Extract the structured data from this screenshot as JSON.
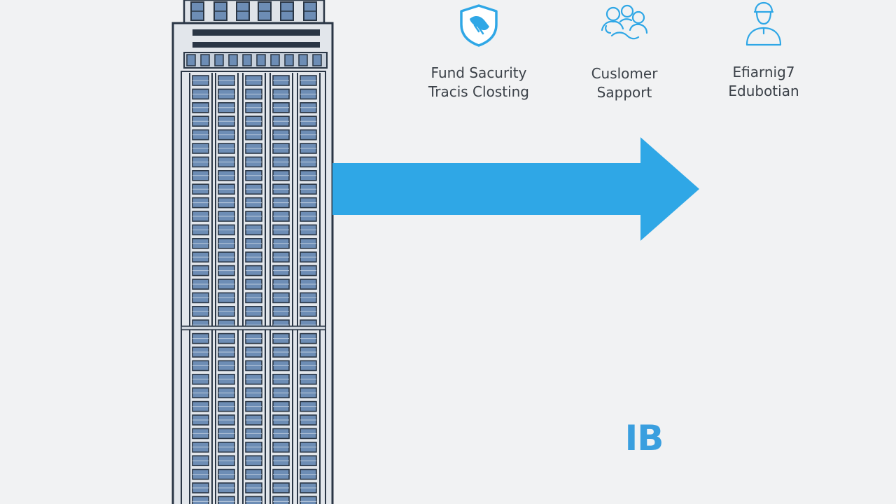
{
  "colors": {
    "background": "#f1f2f3",
    "accent": "#2fa7e6",
    "building_outline": "#2a3645",
    "building_window": "#6d8db5"
  },
  "features": [
    {
      "icon": "shield-icon",
      "lines": [
        "Fund Sacurity",
        "Tracis Closting"
      ]
    },
    {
      "icon": "people-icon",
      "lines": [
        "Cuslomer",
        "Sapport"
      ]
    },
    {
      "icon": "person-icon",
      "lines": [
        "Efiarnig7",
        "Edubotian"
      ]
    }
  ],
  "logo_text": "IB"
}
